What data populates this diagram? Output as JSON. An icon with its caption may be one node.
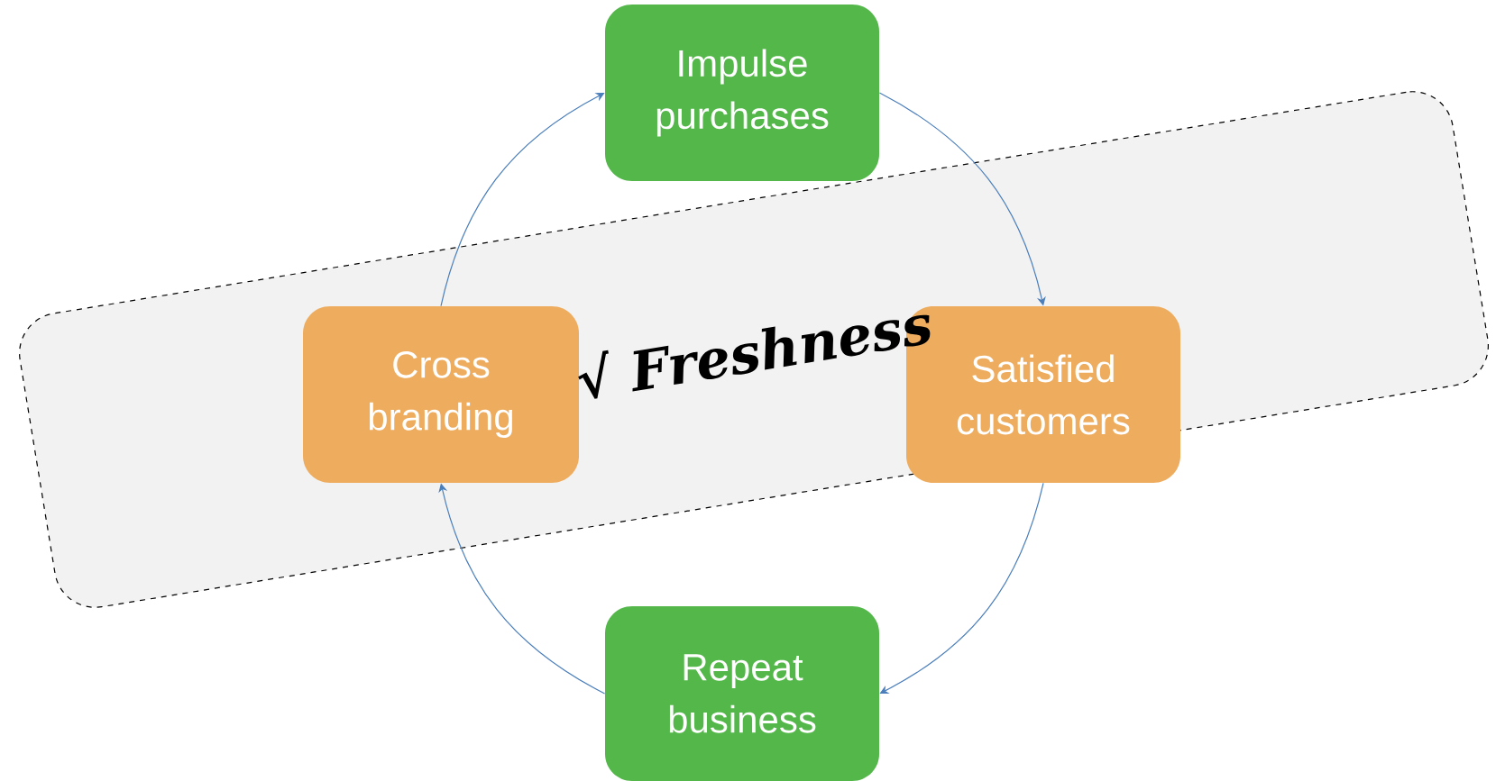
{
  "diagram": {
    "nodes": [
      {
        "text": [
          "Impulse purchases"
        ]
      },
      {
        "text": [
          "Satisfied customers"
        ]
      },
      {
        "text": [
          "Repeat business"
        ]
      },
      {
        "text": [
          "Cross branding"
        ]
      },
      {
        "text": [
          "√ Freshness"
        ]
      }
    ],
    "edges": [
      {
        "from": 0,
        "to": 1,
        "arrow": "to"
      },
      {
        "from": 1,
        "to": 2,
        "arrow": "to"
      },
      {
        "from": 2,
        "to": 3,
        "arrow": "to"
      },
      {
        "from": 3,
        "to": 0,
        "arrow": "to"
      }
    ]
  }
}
